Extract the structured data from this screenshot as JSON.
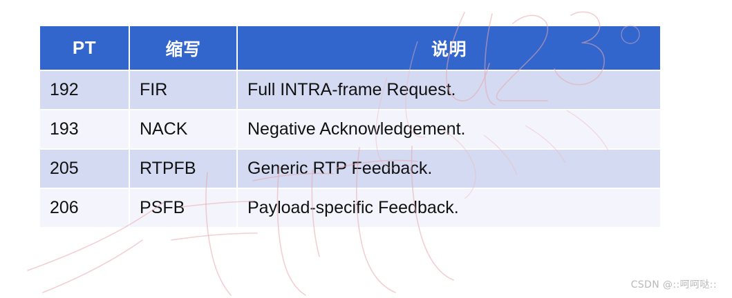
{
  "table": {
    "columns": [
      {
        "key": "pt",
        "label": "PT",
        "align": "center"
      },
      {
        "key": "abbr",
        "label": "缩写",
        "align": "center"
      },
      {
        "key": "desc",
        "label": "说明",
        "align": "center"
      }
    ],
    "rows": [
      {
        "pt": "192",
        "abbr": "FIR",
        "desc": "Full INTRA-frame Request."
      },
      {
        "pt": "193",
        "abbr": "NACK",
        "desc": "Negative Acknowledgement."
      },
      {
        "pt": "205",
        "abbr": "RTPFB",
        "desc": "Generic RTP Feedback."
      },
      {
        "pt": "206",
        "abbr": "PSFB",
        "desc": "Payload-specific Feedback."
      }
    ]
  },
  "watermark": {
    "credit": "CSDN @::呵呵哒::",
    "handwriting_text": "u123"
  },
  "colors": {
    "header_background": "#3366cc",
    "header_text": "#ffffff",
    "row_odd_background": "#d3daf2",
    "row_even_background": "#f4f5fc",
    "body_text": "#111111",
    "page_background": "#ffffff",
    "watermark_ink": "#e8a7ad",
    "credit_text": "#b9b9b9"
  }
}
